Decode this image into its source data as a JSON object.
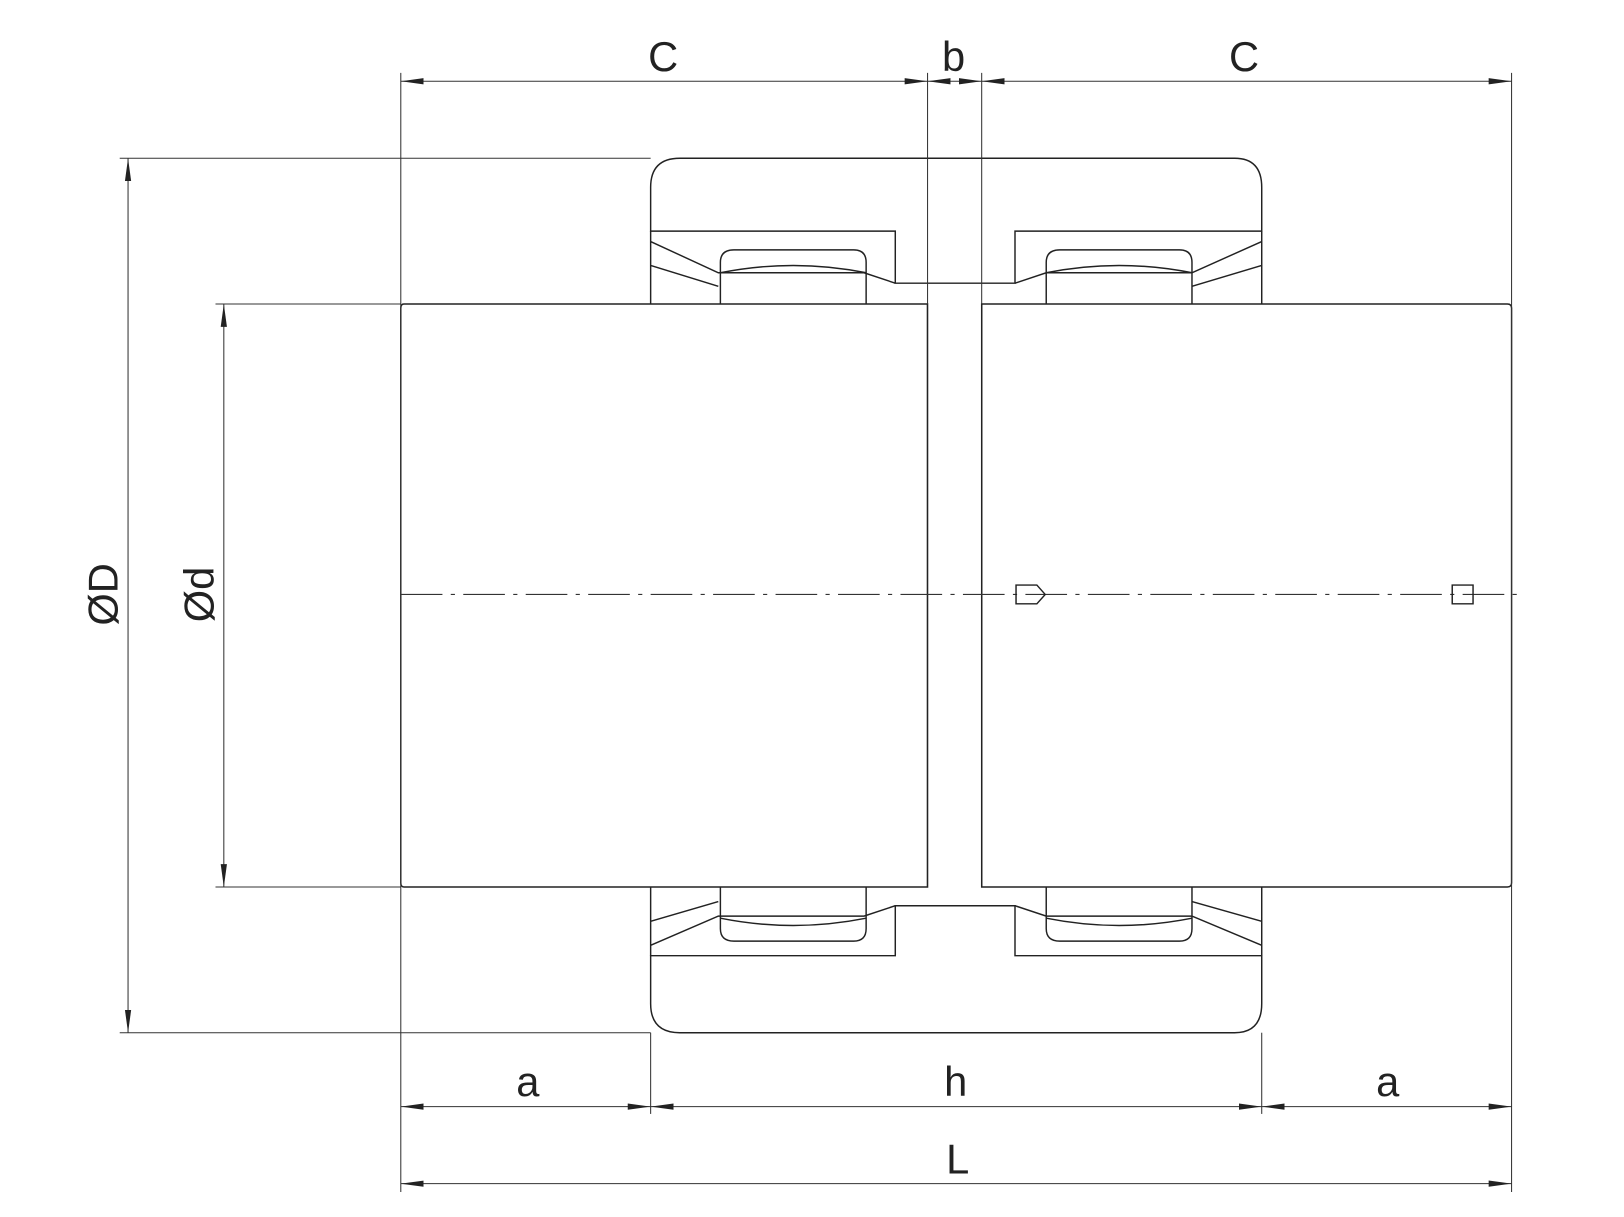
{
  "drawing": {
    "title": "Wheel with shaft and bearings - section view",
    "dimensions": {
      "C_left": "C",
      "b": "b",
      "C_right": "C",
      "D": "ØD",
      "d": "Ød",
      "a_left": "a",
      "h": "h",
      "a_right": "a",
      "L": "L"
    },
    "colors": {
      "line": "#222222",
      "background": "#ffffff"
    }
  }
}
